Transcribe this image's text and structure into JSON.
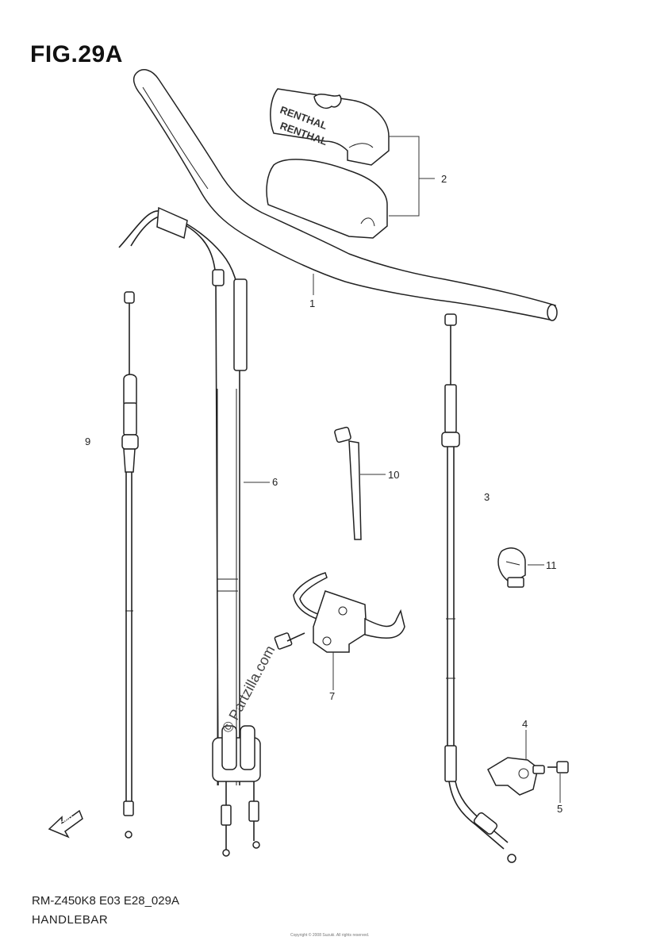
{
  "figure": {
    "title": "FIG.29A",
    "model_code": "RM-Z450K8 E03 E28_029A",
    "part_name": "HANDLEBAR",
    "footer_note": "Copyright © 2008 Suzuki. All rights reserved."
  },
  "brand": {
    "pad_text_top": "RENTHAL",
    "pad_text_bottom": "RENTHAL",
    "watermark": "© Partzilla.com",
    "fwd_label": "FWD"
  },
  "callouts": [
    {
      "id": "1",
      "label": "1"
    },
    {
      "id": "2",
      "label": "2"
    },
    {
      "id": "3",
      "label": "3"
    },
    {
      "id": "4",
      "label": "4"
    },
    {
      "id": "5",
      "label": "5"
    },
    {
      "id": "6",
      "label": "6"
    },
    {
      "id": "7",
      "label": "7"
    },
    {
      "id": "9",
      "label": "9"
    },
    {
      "id": "10",
      "label": "10"
    },
    {
      "id": "11",
      "label": "11"
    }
  ]
}
